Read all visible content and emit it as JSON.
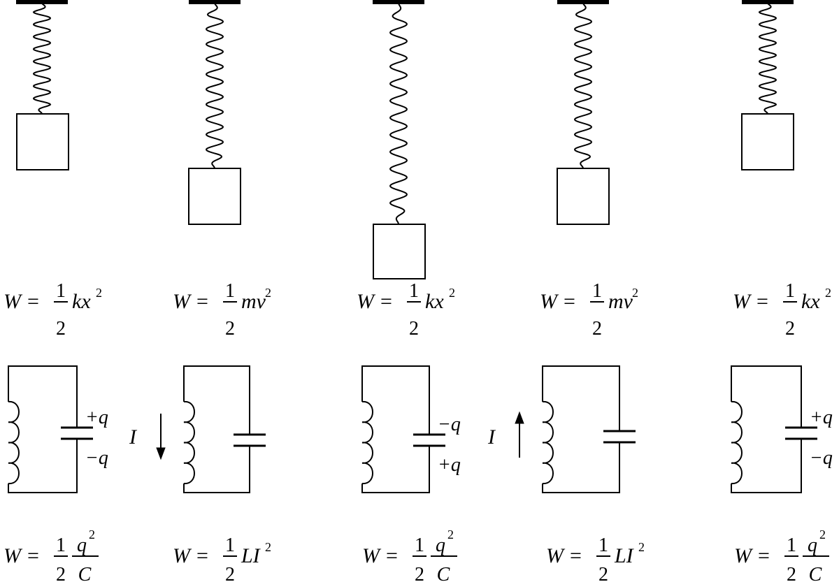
{
  "colors": {
    "ink": "#000000",
    "background": "#ffffff"
  },
  "spring_stages": [
    {
      "id": 1,
      "formula": {
        "lhs": "W",
        "eq": "=",
        "num": "1",
        "den": "2",
        "body": "kx",
        "sup": "2"
      }
    },
    {
      "id": 2,
      "formula": {
        "lhs": "W",
        "eq": "=",
        "num": "1",
        "den": "2",
        "body": "mv",
        "sup": "2"
      }
    },
    {
      "id": 3,
      "formula": {
        "lhs": "W",
        "eq": "=",
        "num": "1",
        "den": "2",
        "body": "kx",
        "sup": "2"
      }
    },
    {
      "id": 4,
      "formula": {
        "lhs": "W",
        "eq": "=",
        "num": "1",
        "den": "2",
        "body": "mv",
        "sup": "2"
      }
    },
    {
      "id": 5,
      "formula": {
        "lhs": "W",
        "eq": "=",
        "num": "1",
        "den": "2",
        "body": "kx",
        "sup": "2"
      }
    }
  ],
  "lc_stages": [
    {
      "id": 1,
      "cap_top": "+q",
      "cap_bottom": "−q",
      "current": "",
      "current_dir": "none",
      "formula": {
        "type": "charge",
        "lhs": "W",
        "eq": "=",
        "num": "1",
        "den": "2",
        "q": "q",
        "qsup": "2",
        "c": "C"
      }
    },
    {
      "id": 2,
      "cap_top": "",
      "cap_bottom": "",
      "current": "I",
      "current_dir": "down",
      "formula": {
        "type": "current",
        "lhs": "W",
        "eq": "=",
        "num": "1",
        "den": "2",
        "body": "LI",
        "sup": "2"
      }
    },
    {
      "id": 3,
      "cap_top": "−q",
      "cap_bottom": "+q",
      "current": "",
      "current_dir": "none",
      "formula": {
        "type": "charge",
        "lhs": "W",
        "eq": "=",
        "num": "1",
        "den": "2",
        "q": "q",
        "qsup": "2",
        "c": "C"
      }
    },
    {
      "id": 4,
      "cap_top": "",
      "cap_bottom": "",
      "current": "I",
      "current_dir": "up",
      "formula": {
        "type": "current",
        "lhs": "W",
        "eq": "=",
        "num": "1",
        "den": "2",
        "body": "LI",
        "sup": "2"
      }
    },
    {
      "id": 5,
      "cap_top": "+q",
      "cap_bottom": "−q",
      "current": "",
      "current_dir": "none",
      "formula": {
        "type": "charge",
        "lhs": "W",
        "eq": "=",
        "num": "1",
        "den": "2",
        "q": "q",
        "qsup": "2",
        "c": "C"
      }
    }
  ]
}
